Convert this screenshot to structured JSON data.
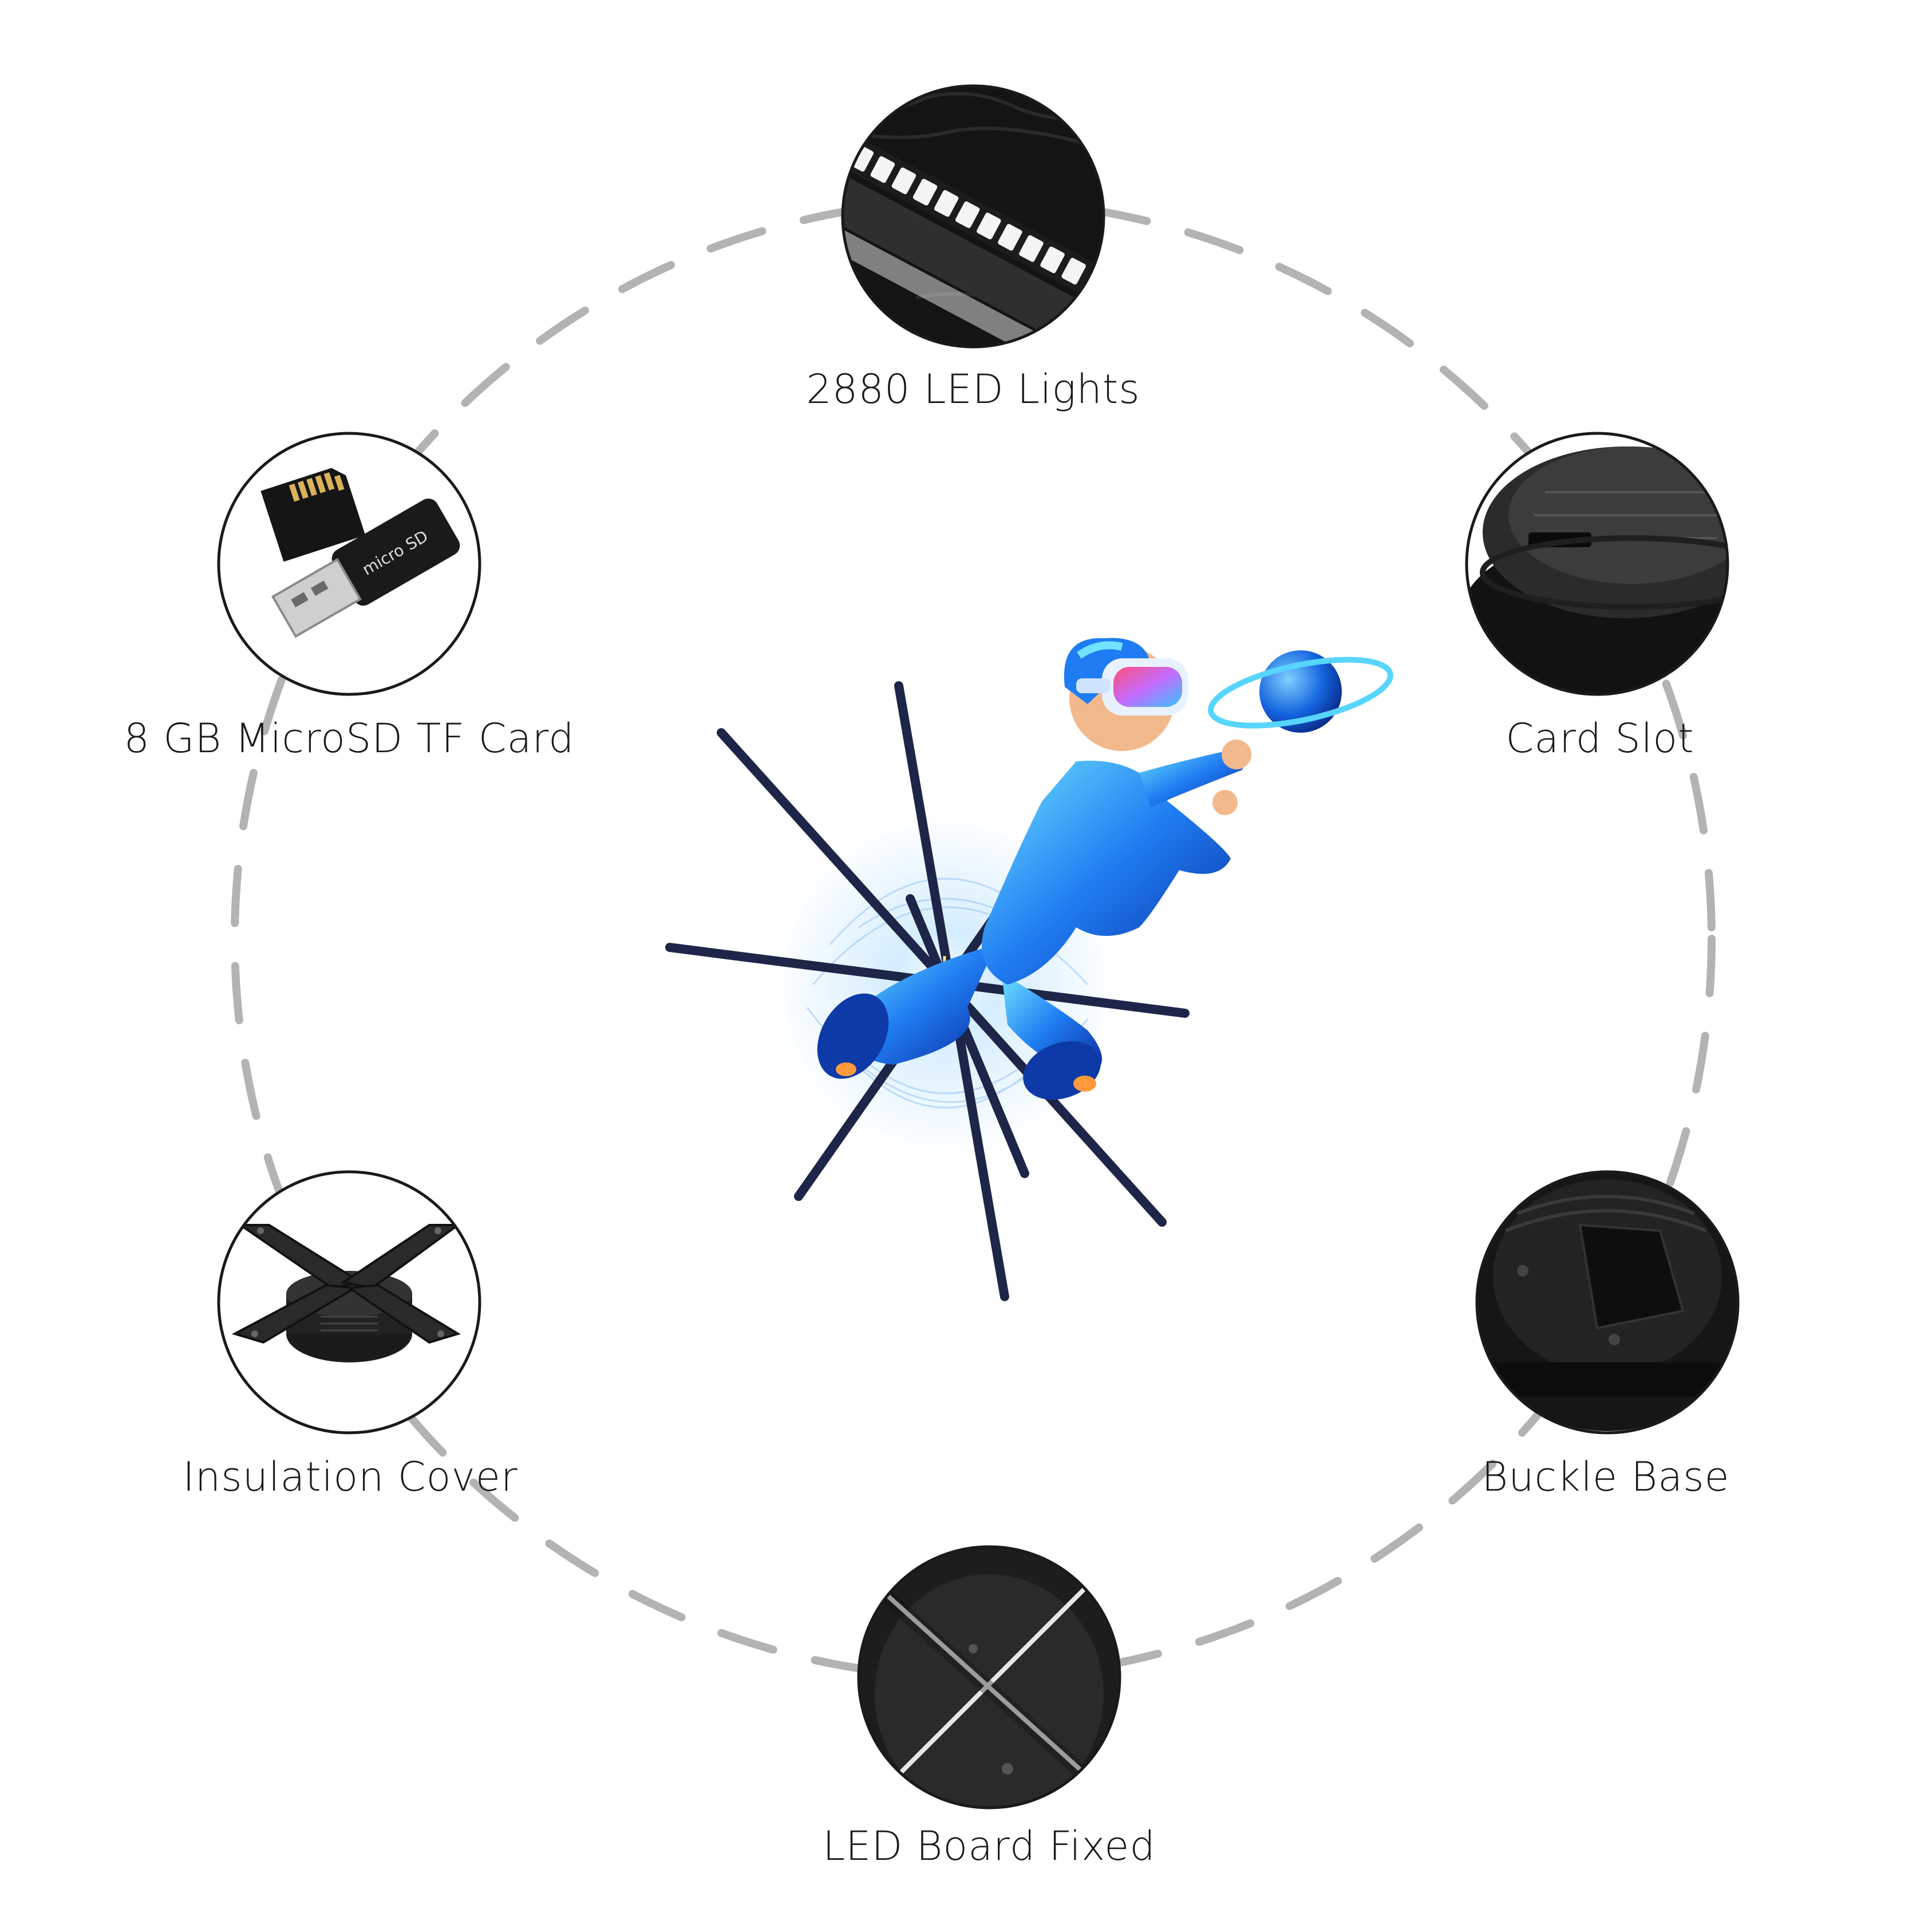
{
  "features": [
    {
      "id": "led-lights",
      "label": "2880 LED Lights",
      "icon": "led-strip-icon"
    },
    {
      "id": "card-slot",
      "label": "Card Slot",
      "icon": "card-slot-icon"
    },
    {
      "id": "buckle-base",
      "label": "Buckle Base",
      "icon": "buckle-base-icon"
    },
    {
      "id": "led-board",
      "label": "LED Board Fixed",
      "icon": "led-board-icon"
    },
    {
      "id": "insulation-cover",
      "label": "Insulation Cover",
      "icon": "insulation-cover-icon"
    },
    {
      "id": "microsd",
      "label": "8 GB MicroSD TF Card",
      "icon": "microsd-card-icon"
    }
  ],
  "colors": {
    "ring": "#b3b3b3",
    "product_dark": "#111111",
    "blade": "#1d2548",
    "hologram_blue": "#1f7cf2",
    "hologram_cyan": "#57d5ff",
    "badge_border": "#1a1a1a"
  }
}
